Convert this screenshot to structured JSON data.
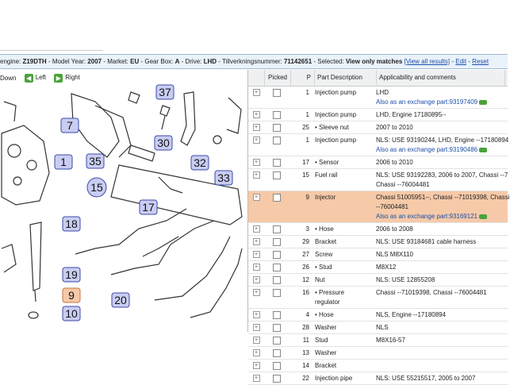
{
  "info": {
    "segments": [
      {
        "label": "engine: ",
        "value": "Z19DTH"
      },
      {
        "label": " - Model Year: ",
        "value": "2007"
      },
      {
        "label": " - Market: ",
        "value": "EU"
      },
      {
        "label": " - Gear Box: ",
        "value": "A"
      },
      {
        "label": " - Drive: ",
        "value": "LHD"
      },
      {
        "label": " - Tillverkningsnummer: ",
        "value": "71142651"
      },
      {
        "label": " - Selected: ",
        "value": "View only matches"
      }
    ],
    "view_all": "[View all results]",
    "edit": "Edit",
    "reset": "Reset"
  },
  "toolbar": {
    "down": "Down",
    "left": "Left",
    "right": "Right"
  },
  "callouts": [
    "37",
    "7",
    "30",
    "35",
    "1",
    "32",
    "33",
    "15",
    "17",
    "18",
    "19",
    "9",
    "20",
    "10"
  ],
  "table": {
    "headers": {
      "picked": "Picked",
      "pos": "P",
      "desc": "Part Description",
      "app": "Applicability and comments"
    },
    "rows": [
      {
        "pos": "1",
        "desc": "Injection pump",
        "app": "LHD",
        "exch": "Also as an exchange part:93197409"
      },
      {
        "pos": "1",
        "desc": "Injection pump",
        "app": "LHD, Engine 17180895--"
      },
      {
        "pos": "25",
        "desc": "• Sleeve nut",
        "app": "2007 to 2010"
      },
      {
        "pos": "1",
        "desc": "Injection pump",
        "app": "NLS: USE 93190244, LHD, Engine --17180894",
        "exch": "Also as an exchange part:93190486"
      },
      {
        "pos": "17",
        "desc": "• Sensor",
        "app": "2006 to 2010"
      },
      {
        "pos": "15",
        "desc": "Fuel rail",
        "app": "NLS: USE 93192283, 2006 to 2007, Chassi --7",
        "app2": "Chassi --76004481"
      },
      {
        "pos": "9",
        "desc": "Injector",
        "app": "Chassi 51005951--, Chassi --71019398, Chassi",
        "app2": "--76004481",
        "exch": "Also as an exchange part:93169121",
        "selected": true
      },
      {
        "pos": "3",
        "desc": "• Hose",
        "app": "2006 to 2008"
      },
      {
        "pos": "29",
        "desc": "Bracket",
        "app": "NLS: USE 93184681 cable harness"
      },
      {
        "pos": "27",
        "desc": "Screw",
        "app": "NLS M8X110"
      },
      {
        "pos": "26",
        "desc": "• Stud",
        "app": "M8X12"
      },
      {
        "pos": "12",
        "desc": "Nut",
        "app": "NLS: USE 12855208"
      },
      {
        "pos": "16",
        "desc": "• Pressure",
        "desc2": "regulator",
        "app": "Chassi --71019398, Chassi --76004481"
      },
      {
        "pos": "4",
        "desc": "• Hose",
        "app": "NLS, Engine --17180894"
      },
      {
        "pos": "28",
        "desc": "Washer",
        "app": "NLS"
      },
      {
        "pos": "11",
        "desc": "Stud",
        "app": "M8X16-57"
      },
      {
        "pos": "13",
        "desc": "Washer",
        "app": ""
      },
      {
        "pos": "14",
        "desc": "Bracket",
        "app": ""
      },
      {
        "pos": "22",
        "desc": "Injection pipe",
        "app": "NLS: USE 55215517, 2005 to 2007"
      }
    ]
  }
}
